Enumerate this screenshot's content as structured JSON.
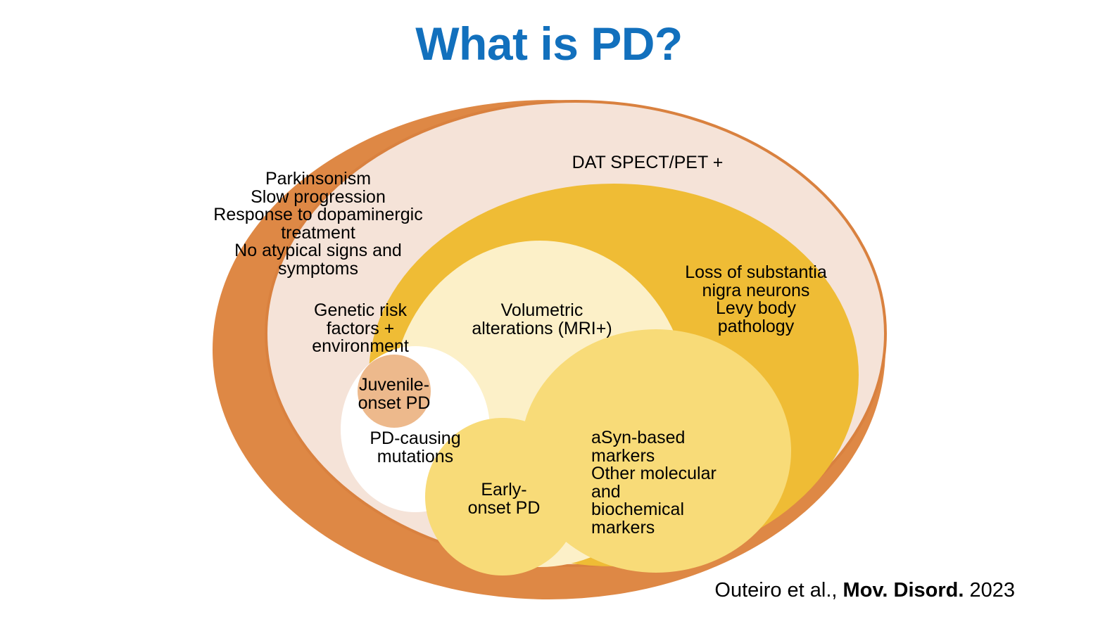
{
  "slide": {
    "title": "What is PD?",
    "title_color": "#1270BD",
    "background": "#FFFFFF"
  },
  "diagram": {
    "type": "nested-ellipse-venn",
    "palette": {
      "outer_orange": "#DE8845",
      "outer_ring_stroke": "#D9813F",
      "cream_ring": "#F5E3D8",
      "amber": "#EFBC35",
      "pale_yellow": "#FCF0C8",
      "medium_yellow": "#F8DB78",
      "juvenile_tan": "#EDB98C",
      "white": "#FFFFFF"
    },
    "layers": [
      {
        "name": "clinical-pd-ring",
        "color": "#DE8845",
        "label": "Parkinsonism / Slow progression / Response to dopaminergic treatment / No atypical signs and symptoms"
      },
      {
        "name": "genetic-environment-ring",
        "color": "#F5E3D8",
        "label": "Genetic risk factors + environment"
      },
      {
        "name": "dat-imaging-ring",
        "color": "#EFBC35",
        "label": "DAT SPECT/PET + ; Loss of substantia nigra neurons; Levy body pathology"
      },
      {
        "name": "volumetric-ellipse",
        "color": "#FCF0C8",
        "label": "Volumetric alterations (MRI+)"
      },
      {
        "name": "asyn-markers-ellipse",
        "color": "#F8DB78",
        "label": "aSyn-based markers / Other molecular and biochemical markers"
      },
      {
        "name": "early-onset-ellipse",
        "color": "#F8DB78",
        "label": "Early-onset PD"
      },
      {
        "name": "pd-mutations-ellipse",
        "color": "#FFFFFF",
        "label": "PD-causing mutations"
      },
      {
        "name": "juvenile-onset-circle",
        "color": "#EDB98C",
        "label": "Juvenile-onset PD"
      }
    ],
    "labels": {
      "outer_criteria": "Parkinsonism\nSlow progression\nResponse to dopaminergic\ntreatment\nNo atypical signs and\nsymptoms",
      "genetic_risk": "Genetic risk\nfactors +\nenvironment",
      "dat_spect": "DAT SPECT/PET +",
      "substantia_nigra": "Loss of substantia\nnigra neurons\nLevy body\npathology",
      "volumetric": "Volumetric\nalterations (MRI+)",
      "juvenile_onset": "Juvenile-\nonset PD",
      "pd_mutations": "PD-causing\nmutations",
      "early_onset": "Early-\nonset PD",
      "asyn_markers": "aSyn-based markers\nOther molecular and\nbiochemical markers"
    }
  },
  "citation": {
    "authors": "Outeiro et al., ",
    "journal": "Mov. Disord.",
    "year": " 2023"
  }
}
